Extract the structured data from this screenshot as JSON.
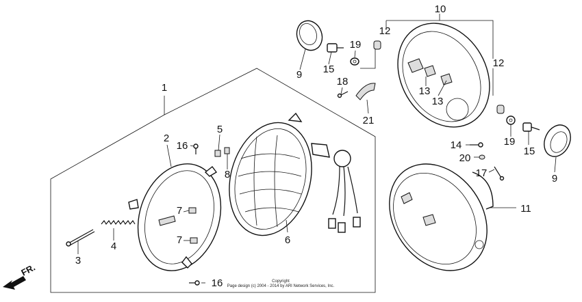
{
  "callouts": [
    {
      "id": "1",
      "text": "1"
    },
    {
      "id": "2",
      "text": "2"
    },
    {
      "id": "3",
      "text": "3"
    },
    {
      "id": "4",
      "text": "4"
    },
    {
      "id": "5",
      "text": "5"
    },
    {
      "id": "6",
      "text": "6"
    },
    {
      "id": "7a",
      "text": "7"
    },
    {
      "id": "7b",
      "text": "7"
    },
    {
      "id": "8",
      "text": "8"
    },
    {
      "id": "9a",
      "text": "9"
    },
    {
      "id": "9b",
      "text": "9"
    },
    {
      "id": "10",
      "text": "10"
    },
    {
      "id": "11",
      "text": "11"
    },
    {
      "id": "12a",
      "text": "12"
    },
    {
      "id": "12b",
      "text": "12"
    },
    {
      "id": "13a",
      "text": "13"
    },
    {
      "id": "13b",
      "text": "13"
    },
    {
      "id": "14",
      "text": "14"
    },
    {
      "id": "15a",
      "text": "15"
    },
    {
      "id": "15b",
      "text": "15"
    },
    {
      "id": "16a",
      "text": "16"
    },
    {
      "id": "16b",
      "text": "16"
    },
    {
      "id": "17",
      "text": "17"
    },
    {
      "id": "18",
      "text": "18"
    },
    {
      "id": "19a",
      "text": "19"
    },
    {
      "id": "19b",
      "text": "19"
    },
    {
      "id": "20",
      "text": "20"
    },
    {
      "id": "21",
      "text": "21"
    }
  ],
  "direction_label": "FR.",
  "copyright": {
    "line1": "Copyright",
    "line2": "Page design (c) 2004 - 2014 by ARI Network Services, Inc."
  }
}
